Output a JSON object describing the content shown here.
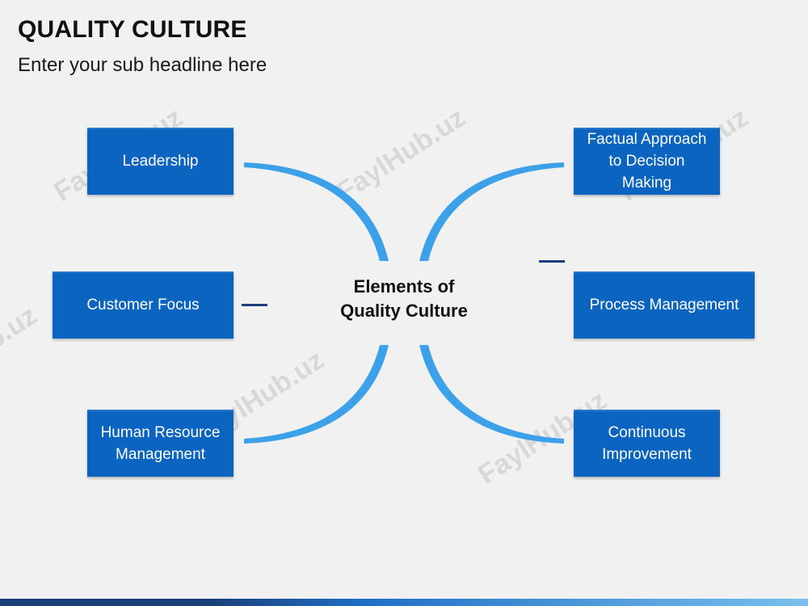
{
  "header": {
    "title": "QUALITY CULTURE",
    "subtitle": "Enter your sub headline here"
  },
  "watermark": "FaylHub.uz",
  "diagram": {
    "center_line1": "Elements of",
    "center_line2": "Quality Culture",
    "nodes": {
      "leadership": "Leadership",
      "customer_focus": "Customer Focus",
      "human_resource_line1": "Human Resource",
      "human_resource_line2": "Management",
      "factual_line1": "Factual Approach",
      "factual_line2": "to Decision",
      "factual_line3": "Making",
      "process_management": "Process Management",
      "continuous_line1": "Continuous",
      "continuous_line2": "Improvement"
    }
  },
  "colors": {
    "box_fill": "#0b64bf",
    "arc_stroke": "#3da1ea",
    "dash": "#1a3f7a",
    "background": "#f1f1f2"
  }
}
